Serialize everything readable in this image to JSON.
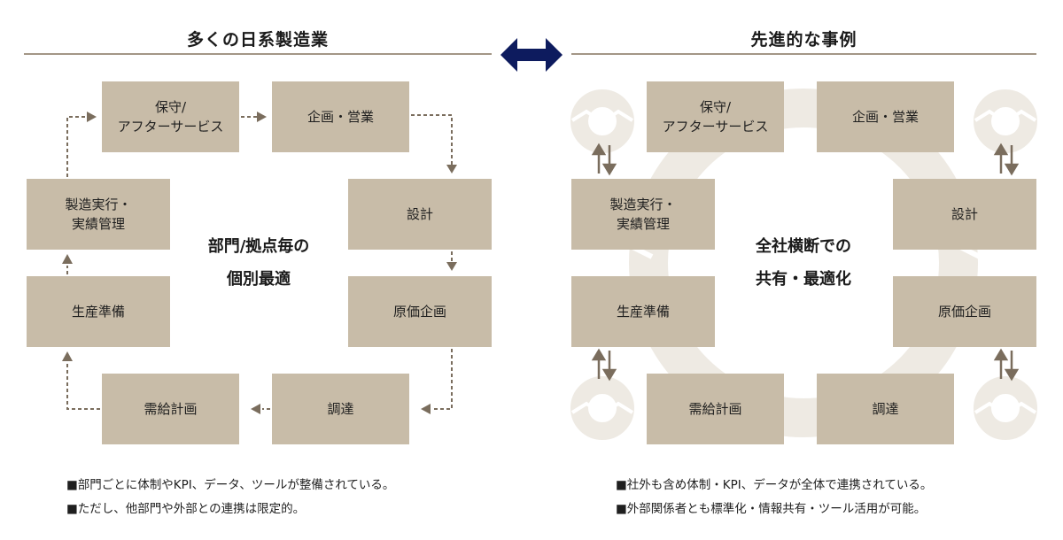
{
  "left_panel": {
    "title": "多くの日系製造業",
    "center_label": [
      "部門/拠点毎の",
      "個別最適"
    ],
    "boxes": {
      "maintenance": [
        "保守/",
        "アフターサービス"
      ],
      "planning_sales": "企画・営業",
      "design": "設計",
      "cost_planning": "原価企画",
      "procurement": "調達",
      "supply_demand": "需給計画",
      "production_prep": "生産準備",
      "mes": [
        "製造実行・",
        "実績管理"
      ]
    },
    "bullets": [
      "■部門ごとに体制やKPI、データ、ツールが整備されている。",
      "■ただし、他部門や外部との連携は限定的。"
    ]
  },
  "right_panel": {
    "title": "先進的な事例",
    "center_label": [
      "全社横断での",
      "共有・最適化"
    ],
    "boxes": {
      "maintenance": [
        "保守/",
        "アフターサービス"
      ],
      "planning_sales": "企画・営業",
      "design": "設計",
      "cost_planning": "原価企画",
      "procurement": "調達",
      "supply_demand": "需給計画",
      "production_prep": "生産準備",
      "mes": [
        "製造実行・",
        "実績管理"
      ]
    },
    "bullets": [
      "■社外も含め体制・KPI、データが全体で連携されている。",
      "■外部関係者とも標準化・情報共有・ツール活用が可能。"
    ]
  },
  "comparison_icon": "double-arrow-icon",
  "colors": {
    "box_fill": "#c8bca8",
    "rule": "#a39686",
    "arrow": "#7a6d5d",
    "double_arrow": "#0d1b5e",
    "ring": "#eeeae3"
  }
}
